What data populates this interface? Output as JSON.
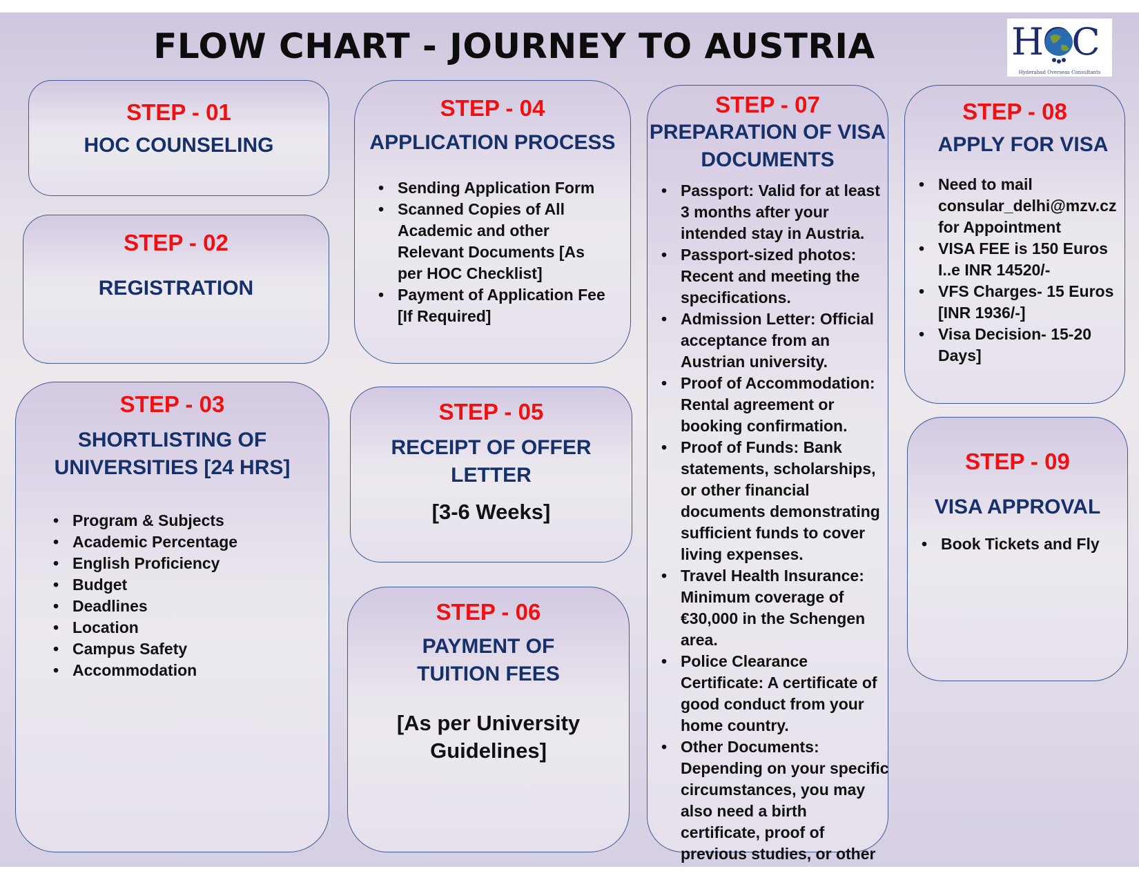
{
  "title": "FLOW CHART - JOURNEY TO AUSTRIA",
  "logo": {
    "text": "HOC",
    "subtitle": "Hyderabad Overseas Consultants",
    "colors": {
      "text": "#1d2d6b",
      "globe": "#2a6cb0"
    }
  },
  "colors": {
    "step_label": "#ee1111",
    "heading": "#16306a",
    "body_text": "#111111",
    "box_border": "#3c5a94"
  },
  "steps": [
    {
      "label": "STEP - 01",
      "heading": "HOC COUNSELING",
      "items": []
    },
    {
      "label": "STEP - 02",
      "heading": "REGISTRATION",
      "items": []
    },
    {
      "label": "STEP - 03",
      "heading_lines": [
        "SHORTLISTING OF",
        "UNIVERSITIES [24 HRS]"
      ],
      "items": [
        "Program & Subjects",
        "Academic Percentage",
        "English Proficiency",
        "Budget",
        "Deadlines",
        "Location",
        "Campus Safety",
        "Accommodation"
      ]
    },
    {
      "label": "STEP - 04",
      "heading": "APPLICATION PROCESS",
      "items": [
        "Sending Application Form",
        "Scanned Copies of All Academic and other Relevant Documents [As per HOC Checklist]",
        "Payment of Application Fee [If Required]"
      ]
    },
    {
      "label": "STEP - 05",
      "heading": "RECEIPT OF OFFER LETTER",
      "note": "[3-6 Weeks]"
    },
    {
      "label": "STEP - 06",
      "heading_lines": [
        "PAYMENT OF",
        "TUITION FEES"
      ],
      "note_lines": [
        "[As per University",
        "Guidelines]"
      ]
    },
    {
      "label": "STEP - 07",
      "heading_lines": [
        "PREPARATION OF VISA",
        "DOCUMENTS"
      ],
      "items": [
        "Passport: Valid for at least 3 months after your intended stay in Austria.",
        "Passport-sized photos: Recent and meeting the specifications.",
        "Admission Letter: Official acceptance from an Austrian university.",
        "Proof of Accommodation: Rental agreement or booking confirmation.",
        "Proof of Funds: Bank statements, scholarships, or other financial documents demonstrating sufficient funds to cover living expenses.",
        "Travel Health Insurance: Minimum coverage of €30,000 in the Schengen area.",
        "Police Clearance Certificate: A certificate of good conduct from your home country.",
        "Other Documents: Depending on your specific circumstances, you may also need a birth certificate, proof of previous studies, or other relevant documents"
      ]
    },
    {
      "label": "STEP - 08",
      "heading": "APPLY FOR VISA",
      "items": [
        "Need to mail consular_delhi@mzv.cz for Appointment",
        "VISA FEE is  150 Euros I..e INR 14520/-",
        "VFS Charges- 15 Euros [INR 1936/-]",
        "Visa Decision- 15-20 Days]"
      ]
    },
    {
      "label": "STEP - 09",
      "heading": "VISA APPROVAL",
      "items": [
        "Book Tickets and Fly"
      ]
    }
  ]
}
